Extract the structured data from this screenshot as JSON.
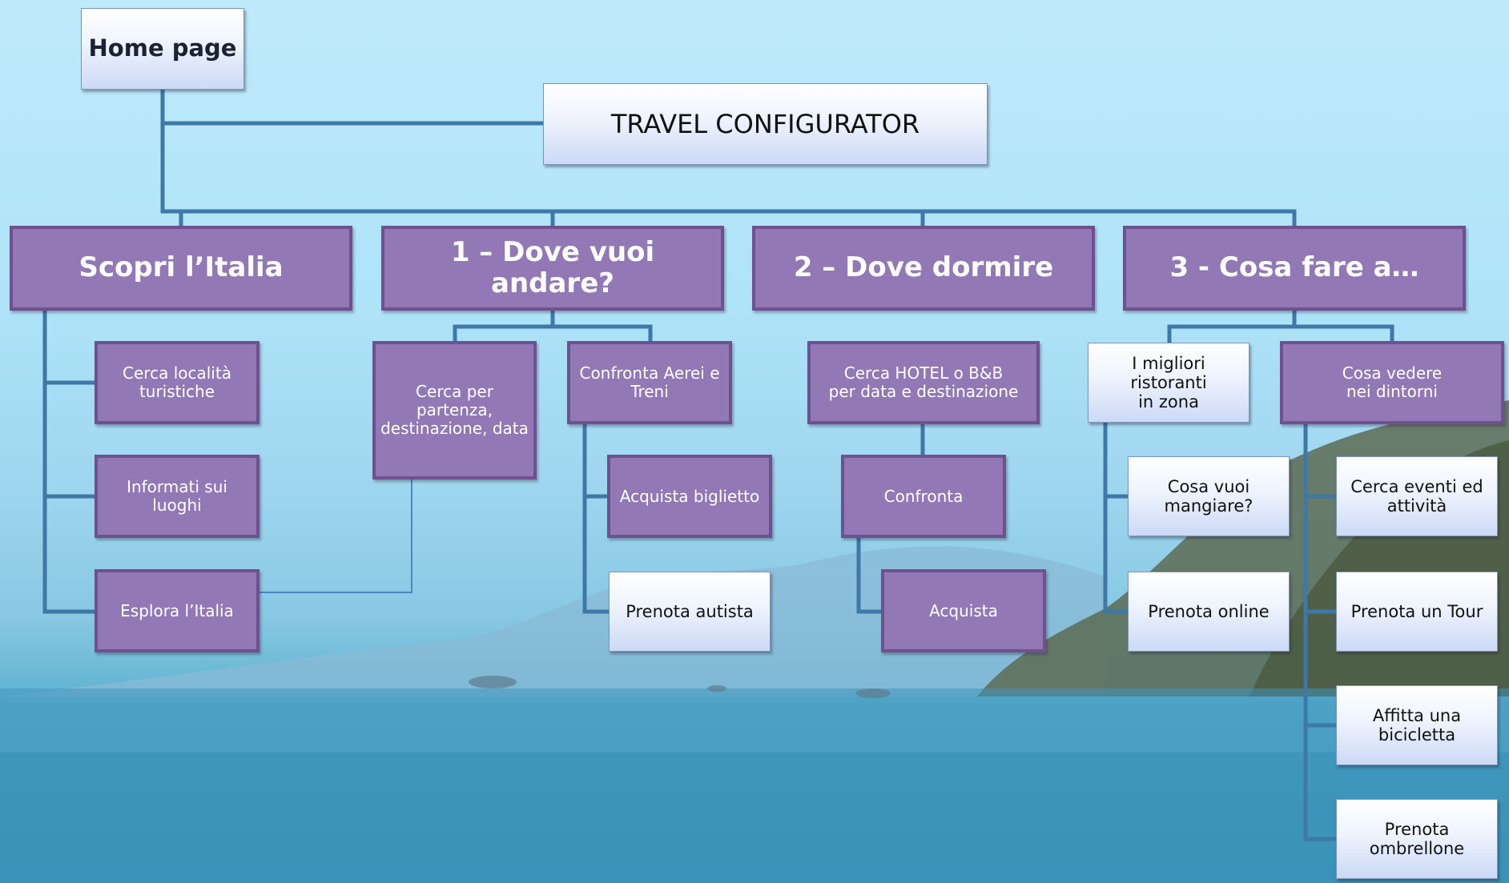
{
  "diagram": {
    "home": "Home page",
    "title": "TRAVEL CONFIGURATOR",
    "sections": {
      "s0": {
        "label": "Scopri l’Italia",
        "items": [
          "Cerca località\nturistiche",
          "Informati sui luoghi",
          "Esplora l’Italia"
        ]
      },
      "s1": {
        "label": "1 – Dove vuoi andare?",
        "search": "Cerca per partenza,\ndestinazione, data",
        "compare": "Confronta Aerei e\nTreni",
        "buy": "Acquista biglietto",
        "driver": "Prenota autista"
      },
      "s2": {
        "label": "2 – Dove  dormire",
        "search": "Cerca HOTEL o B&B\nper data e destinazione",
        "compare": "Confronta",
        "buy": "Acquista"
      },
      "s3": {
        "label": "3 - Cosa fare a…",
        "restaurants": "I migliori ristoranti\nin zona",
        "eat": "Cosa vuoi\nmangiare?",
        "book_online": "Prenota online",
        "see": "Cosa vedere\nnei dintorni",
        "events": "Cerca eventi ed\nattività",
        "tour": "Prenota un Tour",
        "bike": "Affitta una bicicletta",
        "umbrella": "Prenota ombrellone"
      }
    }
  },
  "colors": {
    "purple_fill": "#9278b4",
    "purple_border": "#70508f",
    "connector": "#3f78a6",
    "light_fill": "#e4ecfb",
    "sea": "#3f9cbf"
  }
}
